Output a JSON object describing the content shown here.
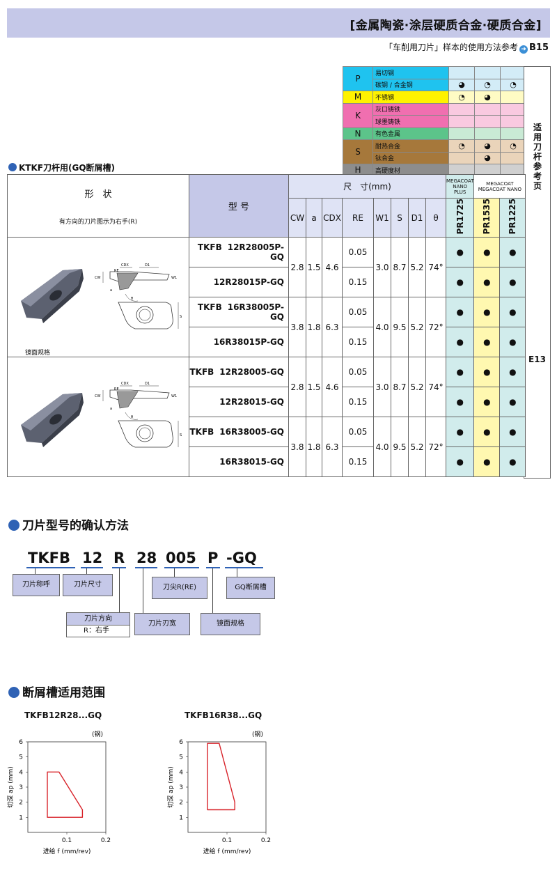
{
  "header": {
    "title": "[金属陶瓷·涂层硬质合金·硬质合金]",
    "ref_text": "「车削用刀片」样本的使用方法参考",
    "ref_arrow": "➜",
    "ref_page": "B15"
  },
  "materials": {
    "rows": [
      {
        "code": "P",
        "name": "易切钢",
        "grades": [
          "",
          "",
          ""
        ],
        "color": "#1fc3ef"
      },
      {
        "code": "",
        "name": "碳钢 / 合金钢",
        "grades": [
          "◕",
          "◔",
          "◔"
        ],
        "color": "#1fc3ef"
      },
      {
        "code": "M",
        "name": "不锈钢",
        "grades": [
          "◔",
          "◕",
          ""
        ],
        "color": "#fff200"
      },
      {
        "code": "K",
        "name": "灰口铸铁",
        "grades": [
          "",
          "",
          ""
        ],
        "color": "#f06fb0"
      },
      {
        "code": "",
        "name": "球墨铸铁",
        "grades": [
          "",
          "",
          ""
        ],
        "color": "#f06fb0"
      },
      {
        "code": "N",
        "name": "有色金属",
        "grades": [
          "",
          "",
          ""
        ],
        "color": "#5cc48a"
      },
      {
        "code": "S",
        "name": "耐热合金",
        "grades": [
          "◔",
          "◕",
          "◔"
        ],
        "color": "#a6783b"
      },
      {
        "code": "",
        "name": "钛合金",
        "grades": [
          "",
          "◕",
          ""
        ],
        "color": "#a6783b"
      },
      {
        "code": "H",
        "name": "高硬度材",
        "grades": [
          "",
          "",
          ""
        ],
        "color": "#8d8d8d"
      }
    ],
    "grade_bg": {
      "P": "#d3ecf7",
      "M": "#fffbc4",
      "K": "#f9c9e0",
      "N": "#c9ead5",
      "S": "#ead4ba",
      "H": "#d0d0d0"
    }
  },
  "side": {
    "vertical_label": "适用刀杆参考页",
    "ref_page": "E13"
  },
  "section1": {
    "title": "KTKF刀杆用(GQ断屑槽)"
  },
  "table": {
    "shape_header": "形　状",
    "shape_note": "有方向的刀片图示为右手(R)",
    "model_header": "型 号",
    "dim_header": "尺　寸(mm)",
    "dim_cols": [
      "CW",
      "a",
      "CDX",
      "RE",
      "W1",
      "S",
      "D1",
      "θ"
    ],
    "coat_headers": [
      "MEGACOAT NANO PLUS",
      "MEGACOAT MEGACOAT NANO"
    ],
    "grades": [
      "PR1725",
      "PR1535",
      "PR1225"
    ],
    "mirror_label": "镜面规格",
    "diagram_labels": {
      "cdx": "CDX",
      "d1": "D1",
      "cw": "CW",
      "s": "S",
      "w1": "W1",
      "re": "RE",
      "theta": "θ",
      "a": "a"
    },
    "groups": [
      {
        "prefix": "TKFB",
        "models": [
          "12R28005P-GQ",
          "12R28015P-GQ"
        ],
        "cw": "2.8",
        "a": "1.5",
        "cdx": "4.6",
        "re": [
          "0.05",
          "0.15"
        ],
        "w1": "3.0",
        "s": "8.7",
        "d1": "5.2",
        "theta": "74°"
      },
      {
        "prefix": "TKFB",
        "models": [
          "16R38005P-GQ",
          "16R38015P-GQ"
        ],
        "cw": "3.8",
        "a": "1.8",
        "cdx": "6.3",
        "re": [
          "0.05",
          "0.15"
        ],
        "w1": "4.0",
        "s": "9.5",
        "d1": "5.2",
        "theta": "72°"
      },
      {
        "prefix": "TKFB",
        "models": [
          "12R28005-GQ",
          "12R28015-GQ"
        ],
        "cw": "2.8",
        "a": "1.5",
        "cdx": "4.6",
        "re": [
          "0.05",
          "0.15"
        ],
        "w1": "3.0",
        "s": "8.7",
        "d1": "5.2",
        "theta": "74°"
      },
      {
        "prefix": "TKFB",
        "models": [
          "16R38005-GQ",
          "16R38015-GQ"
        ],
        "cw": "3.8",
        "a": "1.8",
        "cdx": "6.3",
        "re": [
          "0.05",
          "0.15"
        ],
        "w1": "4.0",
        "s": "9.5",
        "d1": "5.2",
        "theta": "72°"
      }
    ],
    "avail_mark": "●"
  },
  "section2": {
    "title": "刀片型号的确认方法",
    "code_parts": [
      "TKFB",
      "12",
      "R",
      "28",
      "005",
      "P",
      "-GQ"
    ],
    "labels": {
      "name": "刀片称呼",
      "size": "刀片尺寸",
      "dir": "刀片方向",
      "dir_note": "R：右手",
      "width": "刀片刃宽",
      "re": "刀尖R(RE)",
      "mirror": "镜面规格",
      "chip": "GQ断屑槽"
    }
  },
  "section3": {
    "title": "断屑槽适用范围",
    "charts_title": [
      "TKFB12R28...GQ",
      "TKFB16R38...GQ"
    ]
  },
  "chart_data": [
    {
      "type": "area",
      "title": "TKFB12R28...GQ",
      "xlabel": "进给 f (mm/rev)",
      "ylabel": "切深 ap (mm)",
      "note": "(钢)",
      "xlim": [
        0,
        0.2
      ],
      "ylim": [
        0,
        6
      ],
      "xticks": [
        "0.1",
        "0.2"
      ],
      "yticks": [
        "1",
        "2",
        "3",
        "4",
        "5",
        "6"
      ],
      "x": [
        0.05,
        0.05,
        0.08,
        0.14,
        0.14,
        0.05
      ],
      "y": [
        1.0,
        4.0,
        4.0,
        1.5,
        1.0,
        1.0
      ]
    },
    {
      "type": "area",
      "title": "TKFB16R38...GQ",
      "xlabel": "进给 f (mm/rev)",
      "ylabel": "切深 ap (mm)",
      "note": "(钢)",
      "xlim": [
        0,
        0.2
      ],
      "ylim": [
        0,
        6
      ],
      "xticks": [
        "0.1",
        "0.2"
      ],
      "yticks": [
        "1",
        "2",
        "3",
        "4",
        "5",
        "6"
      ],
      "x": [
        0.05,
        0.05,
        0.08,
        0.12,
        0.12,
        0.05
      ],
      "y": [
        1.5,
        5.9,
        5.9,
        2.0,
        1.5,
        1.5
      ]
    }
  ]
}
